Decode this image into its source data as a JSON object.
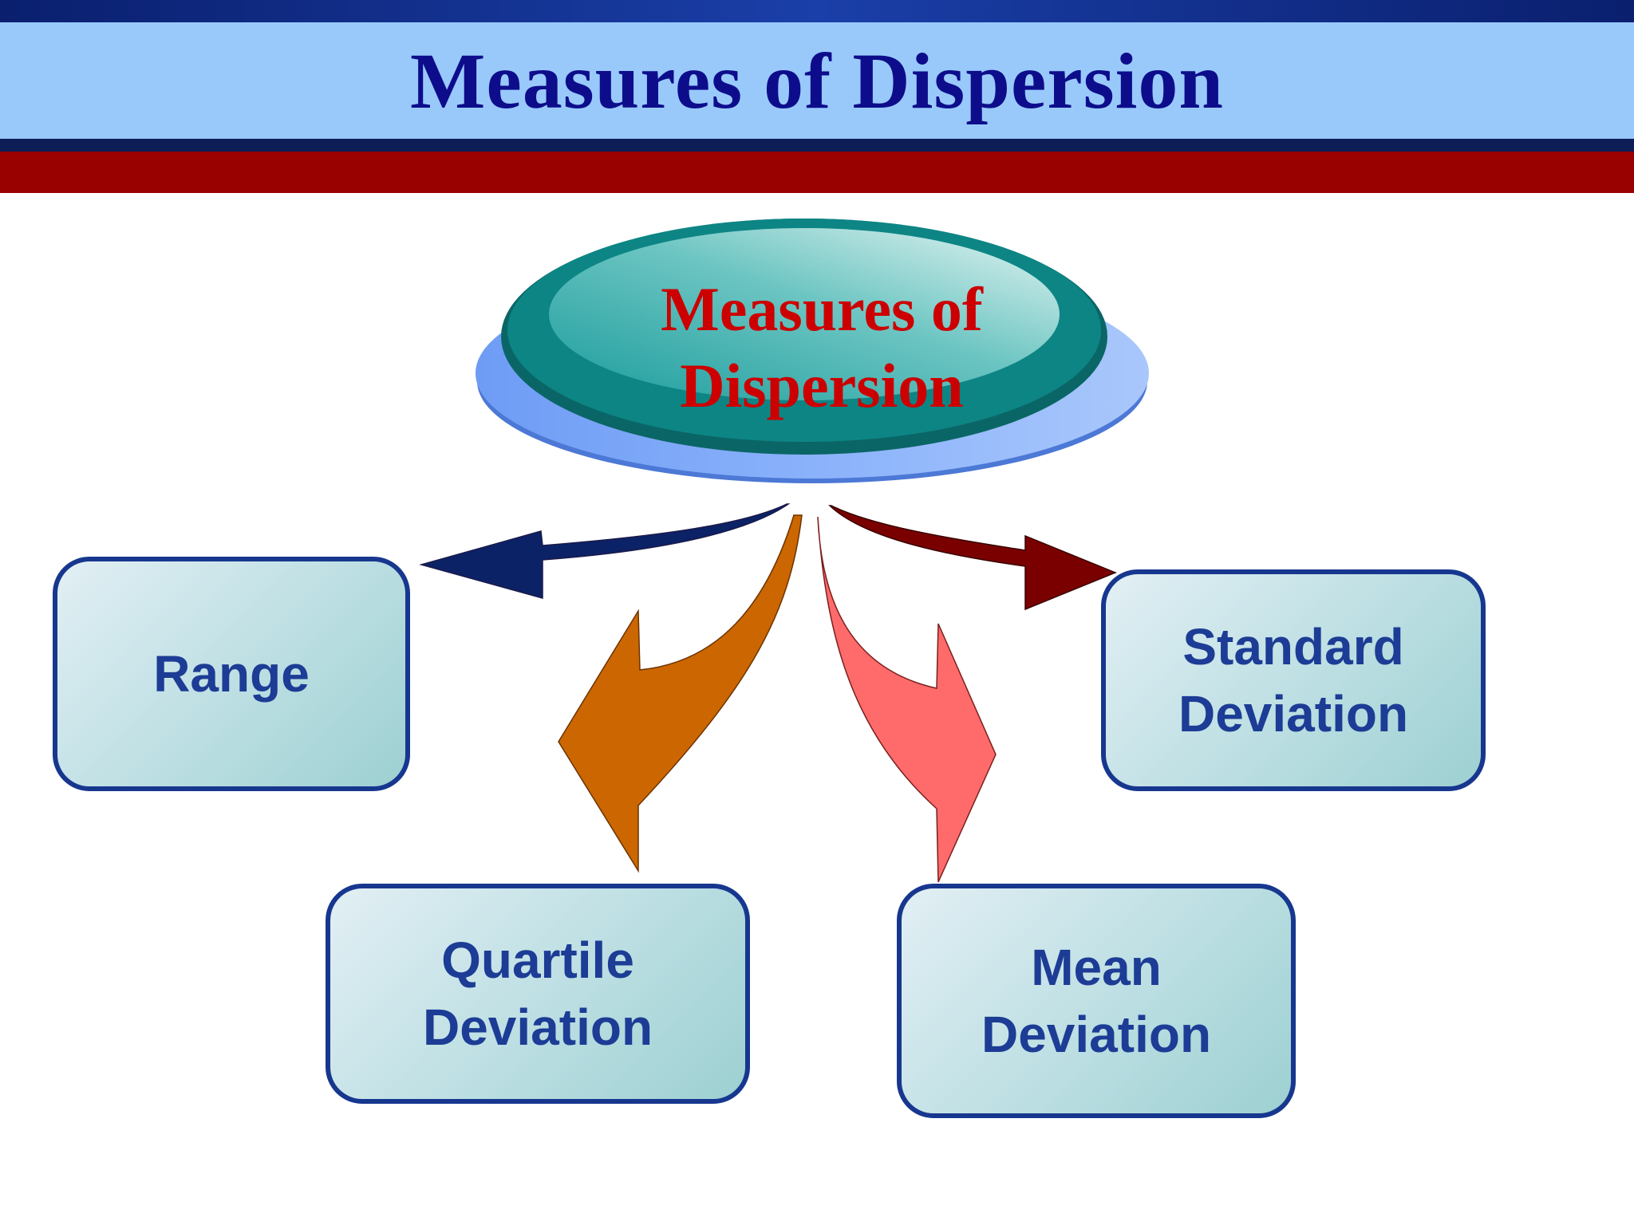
{
  "title": "Measures of Dispersion",
  "center": {
    "label": "Measures of\nDispersion"
  },
  "nodes": [
    {
      "id": "range",
      "label": "Range"
    },
    {
      "id": "quartile",
      "label": "Quartile\nDeviation"
    },
    {
      "id": "mean",
      "label": "Mean\nDeviation"
    },
    {
      "id": "standard",
      "label": "Standard\nDeviation"
    }
  ],
  "colors": {
    "title_band": "#99c9fb",
    "title_text": "#0d0d8c",
    "red_band": "#990000",
    "box_border": "#17378f",
    "box_text": "#1c3c95",
    "center_text": "#cc0000",
    "arrow_range": "#0c2266",
    "arrow_quartile": "#cc6600",
    "arrow_mean": "#ff6b6b",
    "arrow_standard": "#7a0000"
  }
}
